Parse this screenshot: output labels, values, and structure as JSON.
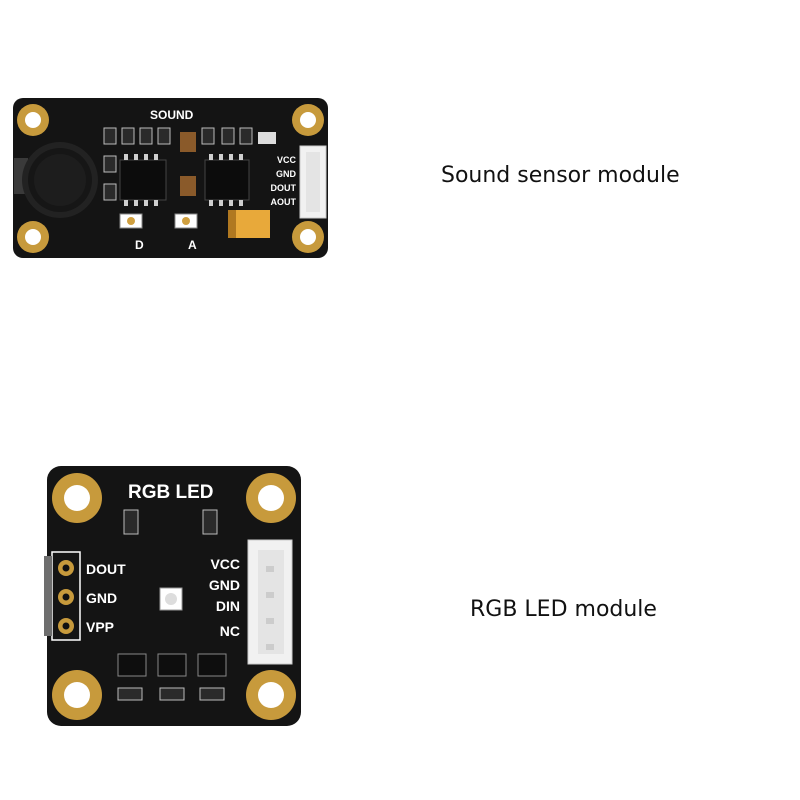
{
  "sound_module": {
    "caption": "Sound sensor module",
    "title": "SOUND",
    "pins": [
      "VCC",
      "GND",
      "DOUT",
      "AOUT"
    ],
    "led_labels": [
      "D",
      "A"
    ]
  },
  "rgb_module": {
    "caption": "RGB LED module",
    "title": "RGB LED",
    "left_pins": [
      "DOUT",
      "GND",
      "VPP"
    ],
    "right_pins": [
      "VCC",
      "GND",
      "DIN",
      "NC"
    ]
  }
}
